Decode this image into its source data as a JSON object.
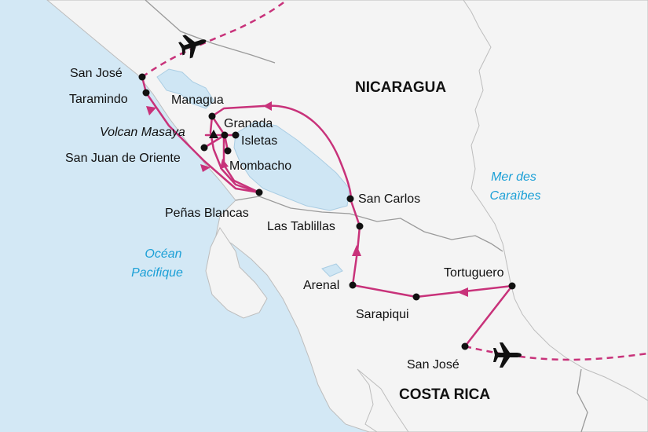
{
  "colors": {
    "sea": "#d3e8f5",
    "land": "#f4f4f4",
    "border": "#9a9a9a",
    "lake": "#cfe6f4",
    "route": "#c8327a",
    "label_sea": "#1a9fd6"
  },
  "countries": {
    "nicaragua": "NICARAGUA",
    "costa_rica": "COSTA RICA"
  },
  "seas": {
    "pacific_line1": "Océan",
    "pacific_line2": "Pacifique",
    "caribbean_line1": "Mer des",
    "caribbean_line2": "Caraïbes"
  },
  "places": {
    "san_jose_nic": "San José",
    "taramindo": "Taramindo",
    "managua": "Managua",
    "volcan_masaya": "Volcan Masaya",
    "granada": "Granada",
    "isletas": "Isletas",
    "san_juan_de_oriente": "San Juan de Oriente",
    "mombacho": "Mombacho",
    "penas_blancas": "Peñas Blancas",
    "san_carlos": "San Carlos",
    "las_tablillas": "Las Tablillas",
    "arenal": "Arenal",
    "sarapiqui": "Sarapiqui",
    "tortuguero": "Tortuguero",
    "san_jose_cr": "San José"
  },
  "icons": {
    "plane_top": "airplane-icon",
    "plane_bottom": "airplane-icon",
    "volcano": "volcano-triangle-icon"
  }
}
